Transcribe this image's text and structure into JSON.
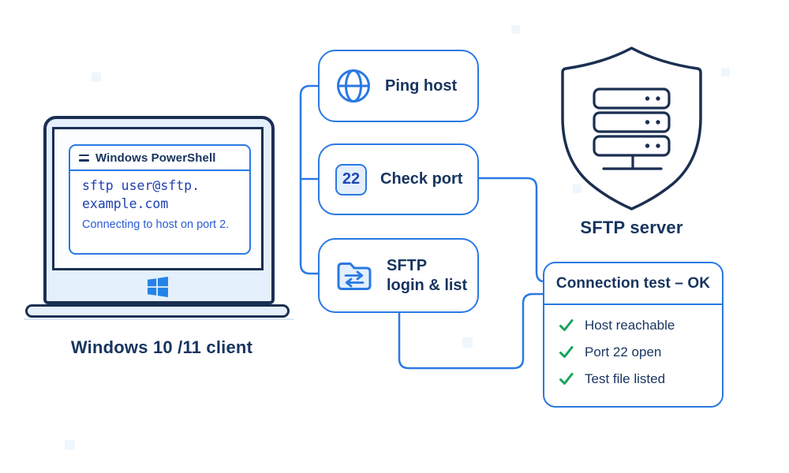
{
  "client": {
    "terminal": {
      "title": "Windows PowerShell",
      "command_line_1": "sftp user@sftp.",
      "command_line_2": "example.com",
      "status_line": "Connecting to host on port 2."
    },
    "caption": "Windows 10 /11 client"
  },
  "steps": {
    "ping": {
      "label": "Ping host"
    },
    "port": {
      "label": "Check port",
      "badge": "22"
    },
    "sftp": {
      "label_line_1": "SFTP",
      "label_line_2": "login & list"
    }
  },
  "server": {
    "caption": "SFTP server"
  },
  "result_panel": {
    "title": "Connection test – OK",
    "items": [
      {
        "label": "Host reachable"
      },
      {
        "label": "Port 22 open"
      },
      {
        "label": "Test file listed"
      }
    ]
  },
  "colors": {
    "accent_blue": "#2a79e3",
    "navy_text": "#17345f",
    "dark_outline": "#1b2f52",
    "light_blue_fill": "#e3effc",
    "success_green": "#18a45c",
    "terminal_command_blue": "#1d3fae",
    "terminal_status_blue": "#2b5bd7",
    "windows_logo_blue": "#2583e8"
  }
}
